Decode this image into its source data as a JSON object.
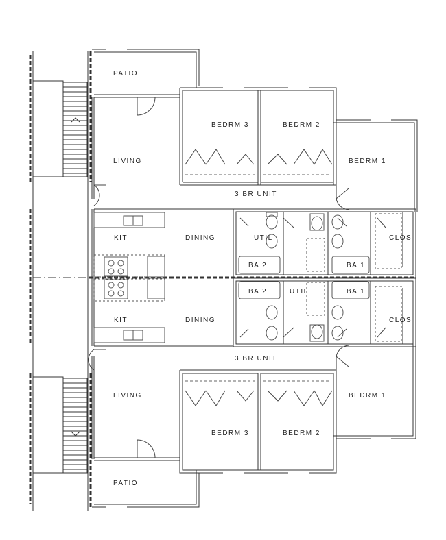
{
  "rooms": {
    "patio_top": "PATIO",
    "living_top": "LIVING",
    "bedrm3_top": "BEDRM 3",
    "bedrm2_top": "BEDRM 2",
    "bedrm1_top": "BEDRM 1",
    "unit_top": "3 BR UNIT",
    "kit_top": "KIT",
    "dining_top": "DINING",
    "util_top": "UTIL",
    "ba2_top": "BA 2",
    "ba1_top": "BA 1",
    "clos_top": "CLOS",
    "ba2_bottom": "BA 2",
    "util_bottom": "UTIL",
    "ba1_bottom": "BA 1",
    "kit_bottom": "KIT",
    "dining_bottom": "DINING",
    "clos_bottom": "CLOS",
    "unit_bottom": "3 BR UNIT",
    "living_bottom": "LIVING",
    "bedrm1_bottom": "BEDRM 1",
    "bedrm3_bottom": "BEDRM 3",
    "bedrm2_bottom": "BEDRM 2",
    "patio_bottom": "PATIO"
  },
  "colors": {
    "line": "#333333",
    "fixture": "#555555",
    "bg": "#ffffff"
  }
}
